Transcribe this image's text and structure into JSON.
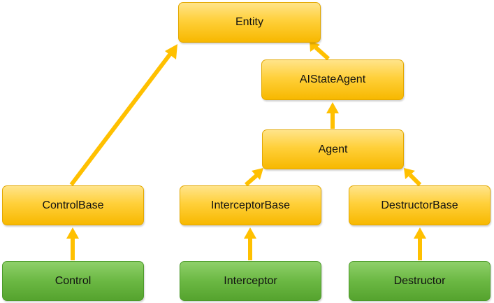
{
  "diagram": {
    "colors": {
      "base_class": "#ffc000",
      "concrete_class": "#6bb843",
      "arrow": "#ffc000"
    },
    "nodes": {
      "entity": {
        "label": "Entity"
      },
      "aistateagent": {
        "label": "AIStateAgent"
      },
      "agent": {
        "label": "Agent"
      },
      "controlbase": {
        "label": "ControlBase"
      },
      "interceptorbase": {
        "label": "InterceptorBase"
      },
      "destructorbase": {
        "label": "DestructorBase"
      },
      "control": {
        "label": "Control"
      },
      "interceptor": {
        "label": "Interceptor"
      },
      "destructor": {
        "label": "Destructor"
      }
    },
    "edges": [
      {
        "from": "controlbase",
        "to": "entity"
      },
      {
        "from": "aistateagent",
        "to": "entity"
      },
      {
        "from": "agent",
        "to": "aistateagent"
      },
      {
        "from": "interceptorbase",
        "to": "agent"
      },
      {
        "from": "destructorbase",
        "to": "agent"
      },
      {
        "from": "control",
        "to": "controlbase"
      },
      {
        "from": "interceptor",
        "to": "interceptorbase"
      },
      {
        "from": "destructor",
        "to": "destructorbase"
      }
    ]
  }
}
